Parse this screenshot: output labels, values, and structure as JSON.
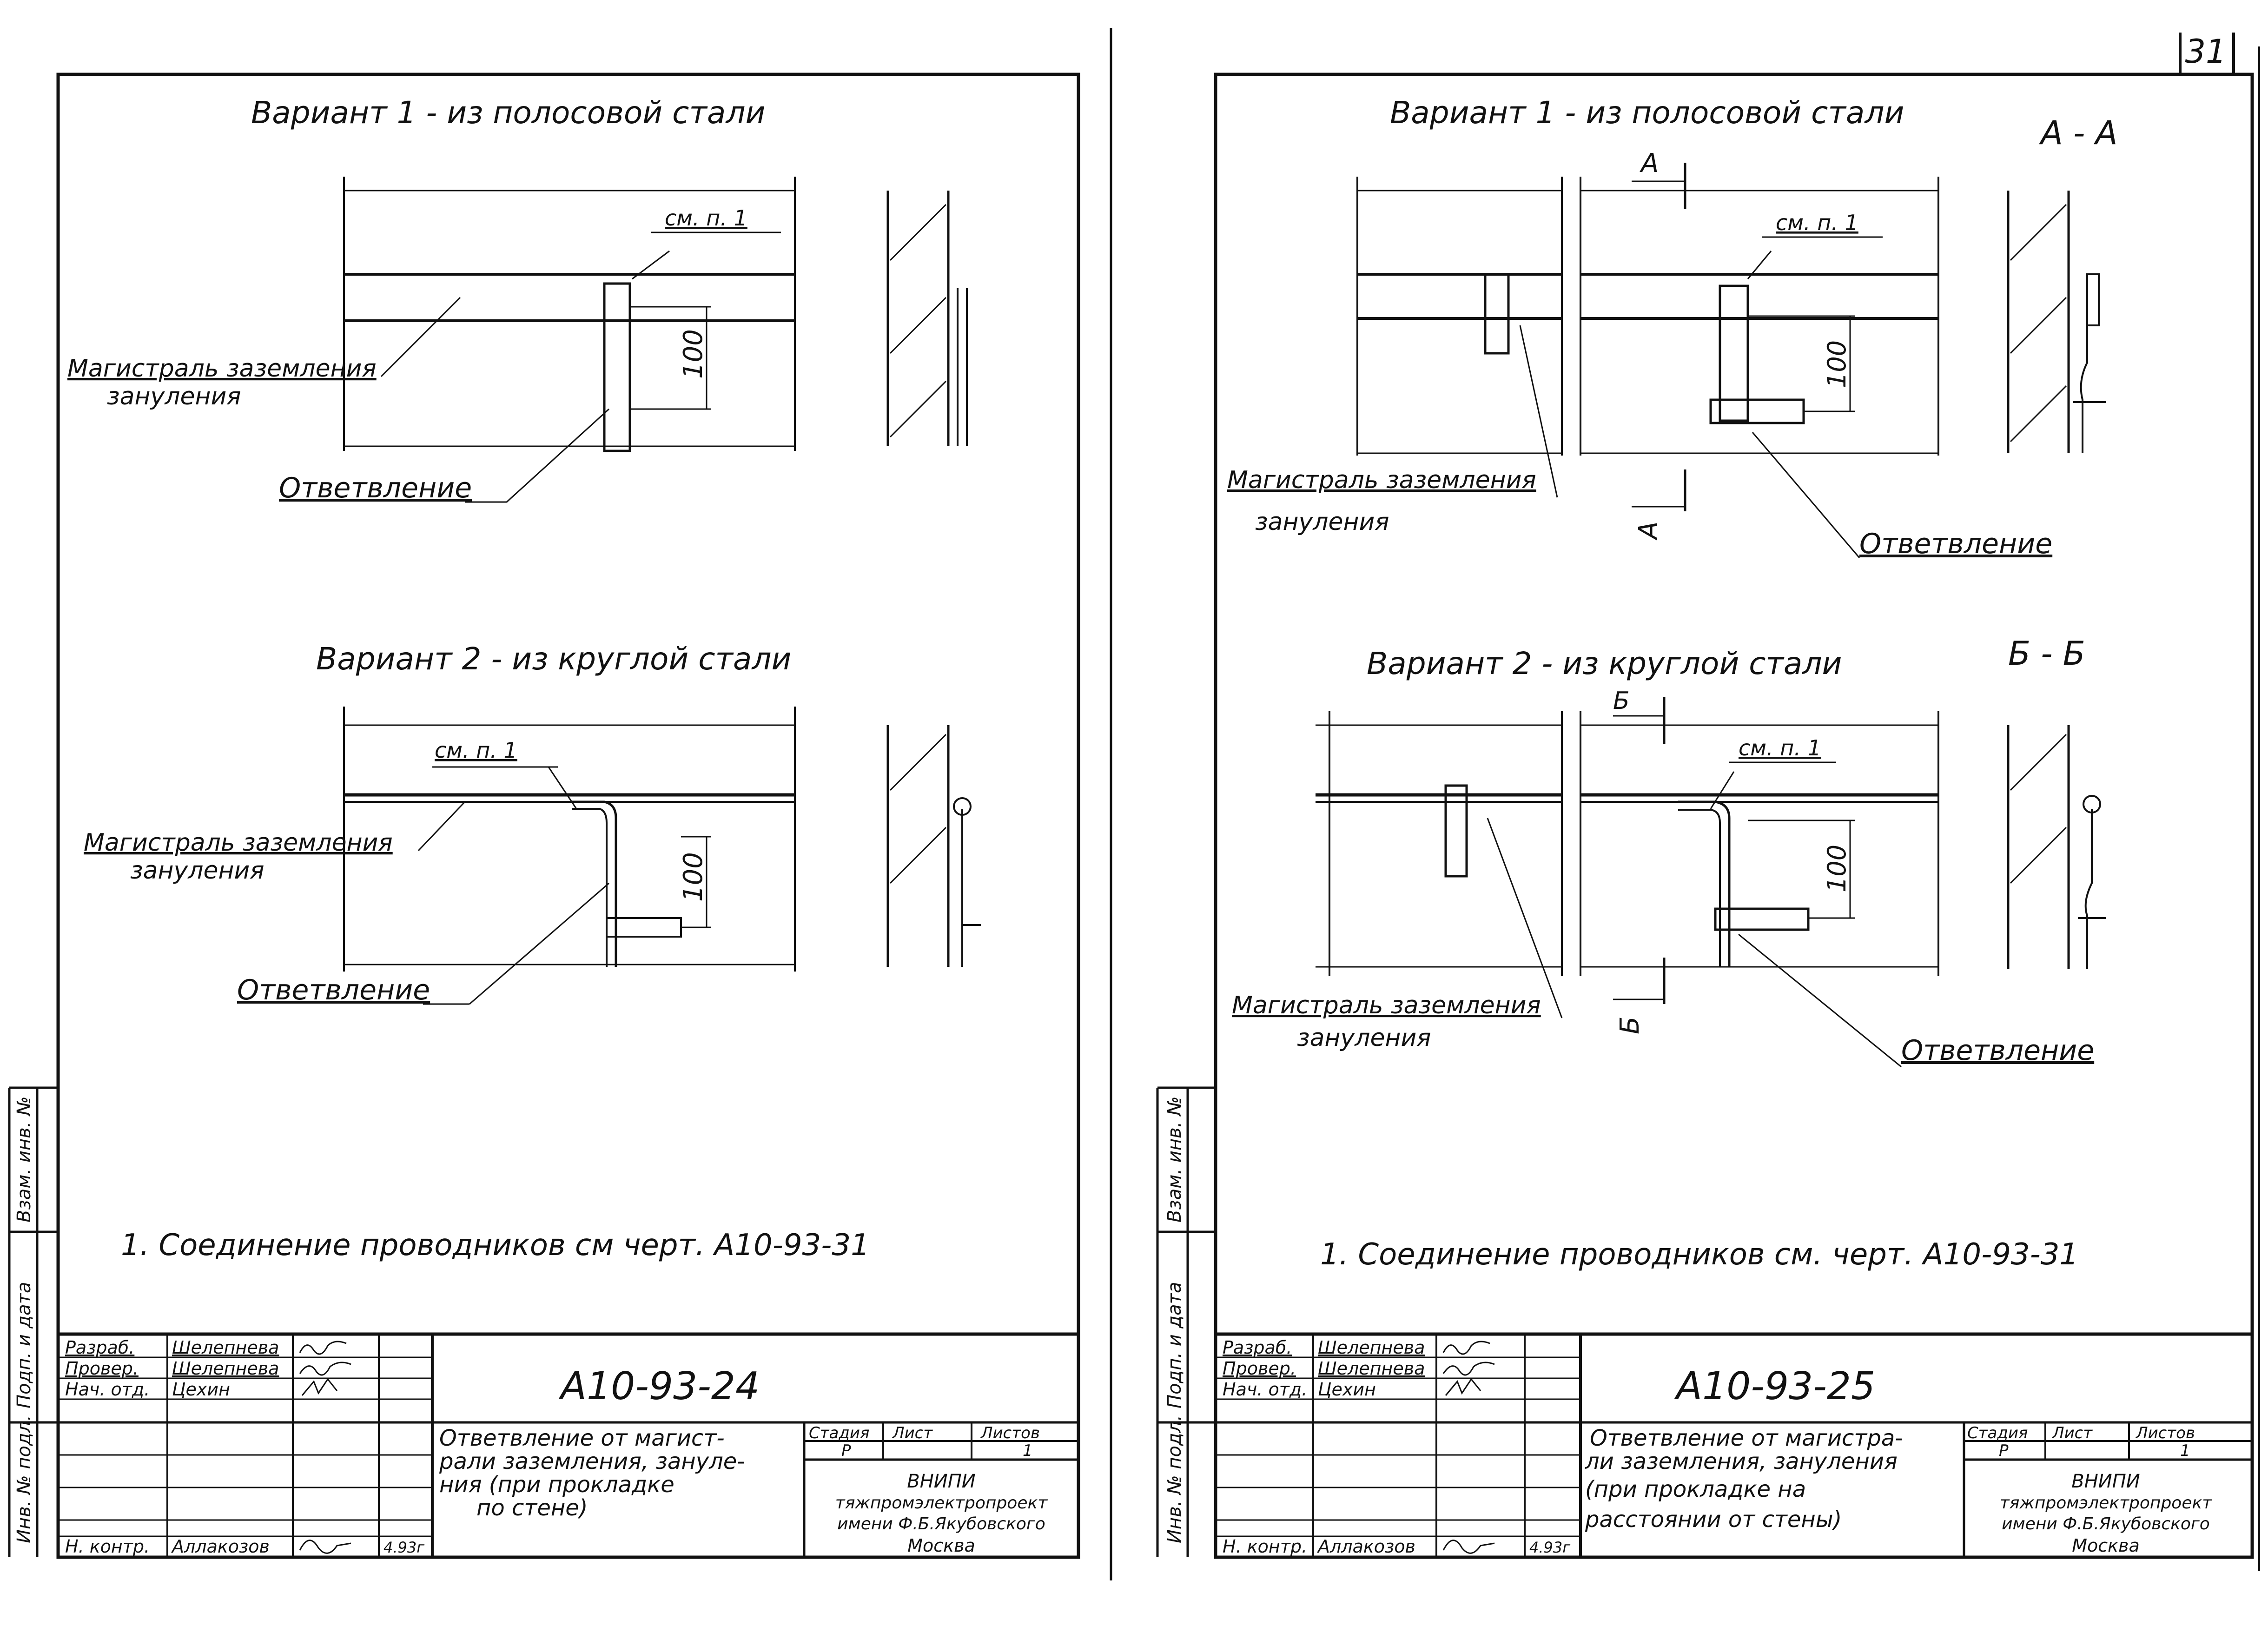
{
  "page_number": "31",
  "sheets": [
    {
      "id": "left",
      "variant1_title": "Вариант 1 - из полосовой стали",
      "variant2_title": "Вариант 2 - из круглой стали",
      "see_ref_1": "см. п. 1",
      "see_ref_2": "см. п. 1",
      "main_line_label_1": "Магистраль заземления",
      "main_line_label_2": "зануления",
      "branch_label": "Ответвление",
      "dim_value": "100",
      "note": "1. Соединение проводников см черт. А10-93-31",
      "stamp": {
        "people": [
          {
            "role": "Разраб.",
            "name": "Шелепнева"
          },
          {
            "role": "Провер.",
            "name": "Шелепнева"
          },
          {
            "role": "Нач. отд.",
            "name": "Цехин"
          }
        ],
        "norm_control": {
          "role": "Н. контр.",
          "name": "Аллакозов",
          "date": "4.93г"
        },
        "code": "А10-93-24",
        "title": [
          "Ответвление от магист-",
          "рали заземления, зануле-",
          "ния (при прокладке",
          "по стене)"
        ],
        "col_stage": "Стадия",
        "col_sheet": "Лист",
        "col_sheets": "Листов",
        "stage": "Р",
        "sheet_count": "1",
        "org": [
          "ВНИПИ",
          "тяжпромэлектропроект",
          "имени Ф.Б.Якубовского",
          "Москва"
        ]
      },
      "side_labels": [
        "Инв. № подл.",
        "Подп. и дата",
        "Взам. инв. №"
      ]
    },
    {
      "id": "right",
      "variant1_title": "Вариант 1 - из полосовой стали",
      "variant2_title": "Вариант 2 - из круглой стали",
      "section_aa": "А - А",
      "section_bb": "Б - Б",
      "cut_a": "А",
      "cut_b": "Б",
      "see_ref_1": "см. п. 1",
      "see_ref_2": "см. п. 1",
      "main_line_label_1": "Магистраль заземления",
      "main_line_label_2": "зануления",
      "branch_label": "Ответвление",
      "dim_value": "100",
      "note": "1. Соединение проводников см. черт. А10-93-31",
      "stamp": {
        "people": [
          {
            "role": "Разраб.",
            "name": "Шелепнева"
          },
          {
            "role": "Провер.",
            "name": "Шелепнева"
          },
          {
            "role": "Нач. отд.",
            "name": "Цехин"
          }
        ],
        "norm_control": {
          "role": "Н. контр.",
          "name": "Аллакозов",
          "date": "4.93г"
        },
        "code": "А10-93-25",
        "title": [
          "Ответвление от магистра-",
          "ли заземления, зануления",
          "(при прокладке на",
          "расстоянии от стены)"
        ],
        "col_stage": "Стадия",
        "col_sheet": "Лист",
        "col_sheets": "Листов",
        "stage": "Р",
        "sheet_count": "1",
        "org": [
          "ВНИПИ",
          "тяжпромэлектропроект",
          "имени Ф.Б.Якубовского",
          "Москва"
        ]
      },
      "side_labels": [
        "Инв. № подл.",
        "Подп. и дата",
        "Взам. инв. №"
      ]
    }
  ]
}
